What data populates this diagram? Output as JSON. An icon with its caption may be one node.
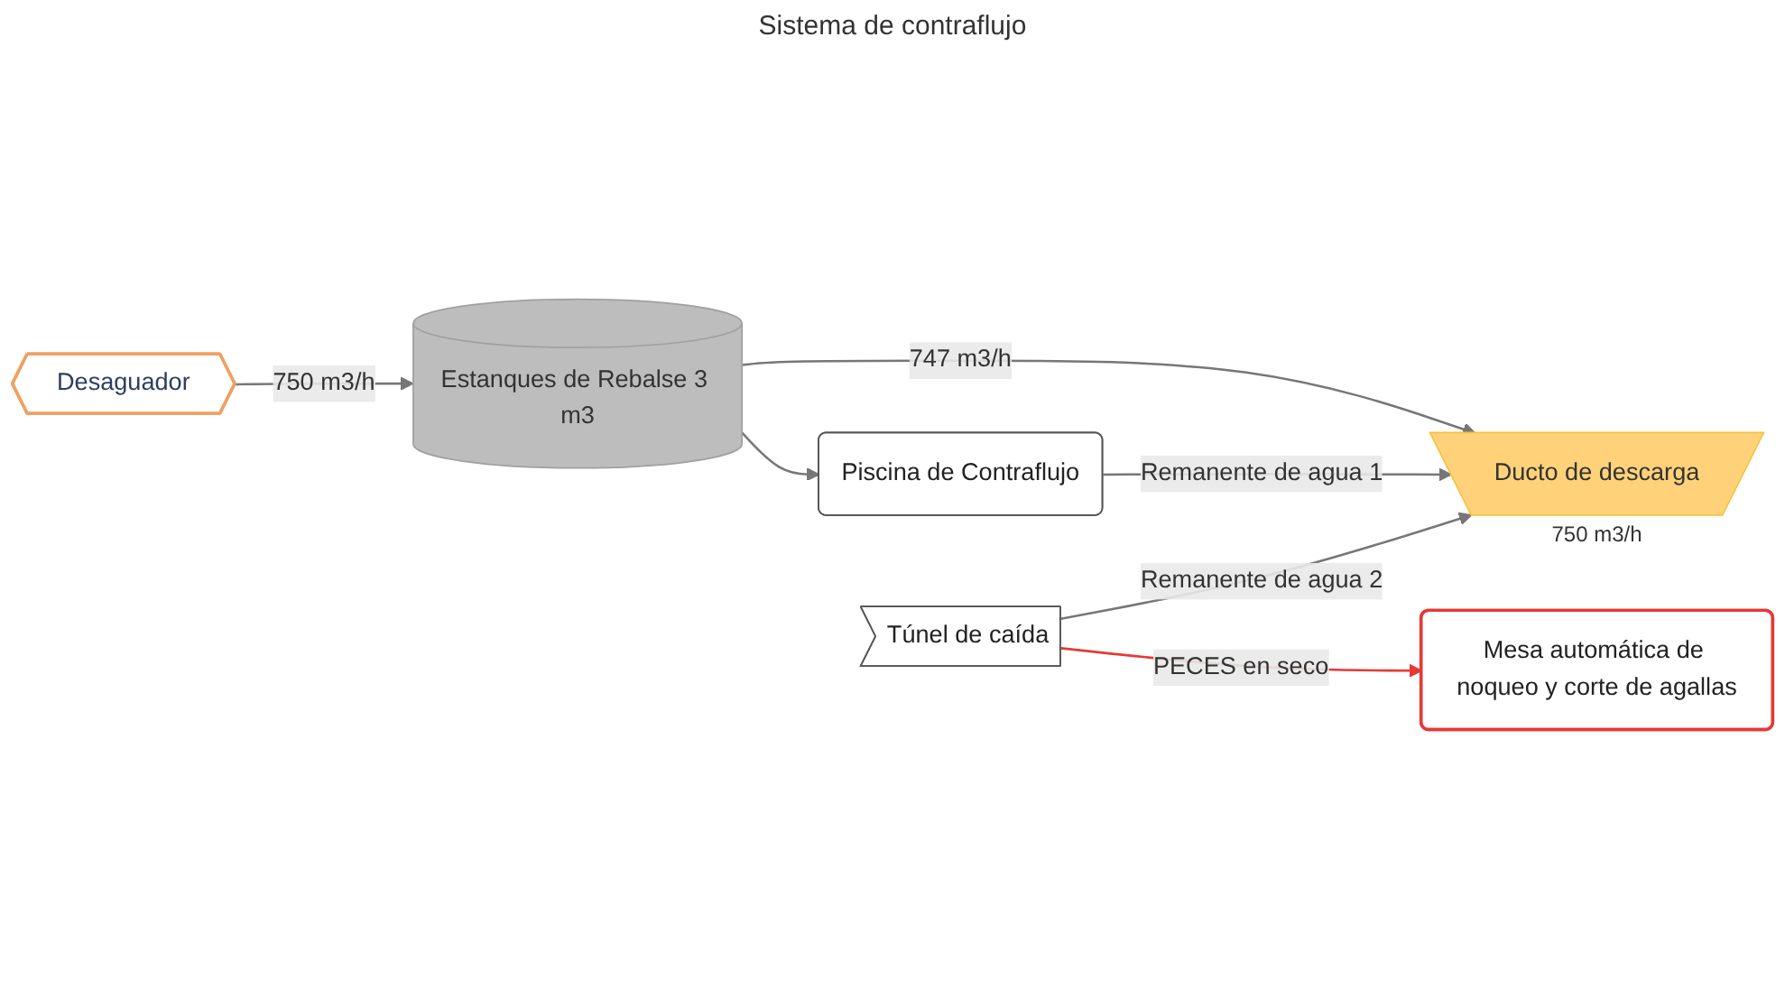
{
  "diagram": {
    "nodes": [
      {
        "text": [
          "Desaguador"
        ]
      },
      {
        "text": [
          "Estanques de Rebalse 3 m3"
        ]
      },
      {
        "text": [
          "Piscina de Contraflujo"
        ]
      },
      {
        "text": [
          "Túnel de caída"
        ]
      },
      {
        "text": [
          "Ducto de descarga"
        ],
        "beside": [
          "750 m3/h"
        ]
      },
      {
        "text": [
          "Mesa automática de noqueo y corte de agallas"
        ]
      }
    ],
    "edges": [
      {
        "from": 0,
        "to": 1,
        "arrow": "to",
        "label": "750 m3/h"
      },
      {
        "from": 1,
        "to": 2,
        "arrow": "to"
      },
      {
        "from": 1,
        "to": 4,
        "arrow": "to",
        "label": "747 m3/h"
      },
      {
        "from": 2,
        "to": 4,
        "arrow": "to",
        "label": "Remanente de agua 1"
      },
      {
        "from": 3,
        "to": 4,
        "arrow": "to",
        "label": "Remanente de agua 2"
      },
      {
        "from": 3,
        "to": 5,
        "arrow": "to",
        "label": "PECES en seco",
        "color": "#e53935"
      }
    ],
    "labels": [
      "Sistema de contraflujo"
    ]
  }
}
